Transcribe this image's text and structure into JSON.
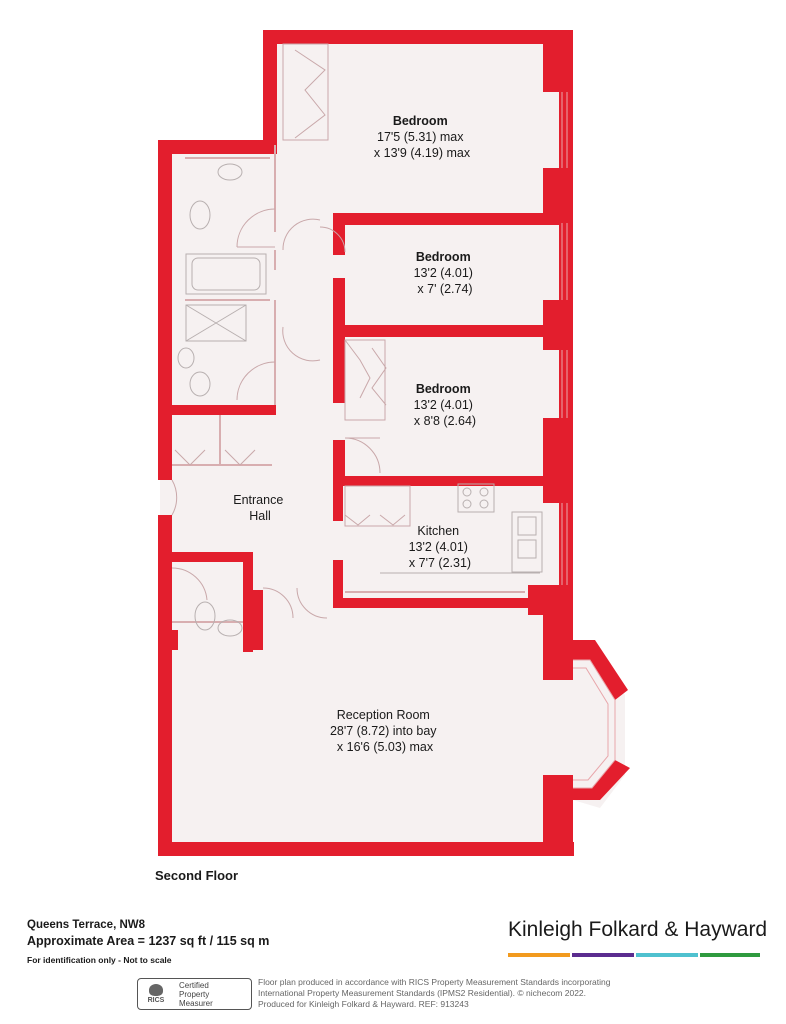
{
  "rooms": [
    {
      "name": "Bedroom",
      "dims": [
        "17'5 (5.31) max",
        "x 13'9 (4.19) max"
      ]
    },
    {
      "name": "Bedroom",
      "dims": [
        "13'2 (4.01)",
        "x 7' (2.74)"
      ]
    },
    {
      "name": "Bedroom",
      "dims": [
        "13'2 (4.01)",
        "x 8'8 (2.64)"
      ]
    },
    {
      "name": "Entrance",
      "dims": [
        "Hall"
      ]
    },
    {
      "name": "Kitchen",
      "dims": [
        "13'2 (4.01)",
        "x 7'7 (2.31)"
      ]
    },
    {
      "name": "Reception Room",
      "dims": [
        "28'7 (8.72) into bay",
        "x 16'6 (5.03) max"
      ]
    }
  ],
  "floor_label": "Second Floor",
  "property": {
    "address": "Queens Terrace, NW8",
    "area": "Approximate Area = 1237 sq ft / 115 sq m",
    "note": "For identification only - Not to scale"
  },
  "brand": {
    "name": "Kinleigh Folkard & Hayward",
    "bar_colors": [
      "#f29a1e",
      "#5b2c8f",
      "#4fc1cf",
      "#2e9a3e"
    ]
  },
  "rics": {
    "logo": "RICS",
    "line1": "Certified",
    "line2": "Property",
    "line3": "Measurer"
  },
  "legal": {
    "line1": "Floor plan produced in accordance with RICS Property Measurement Standards incorporating",
    "line2": "International Property Measurement Standards (IPMS2 Residential). © nichecom 2022.",
    "line3": "Produced for Kinleigh Folkard & Hayward.   REF: 913243"
  },
  "colors": {
    "wall": "#e31e2d",
    "floor": "#f6f1f1",
    "fixture": "#b8b0b0"
  }
}
